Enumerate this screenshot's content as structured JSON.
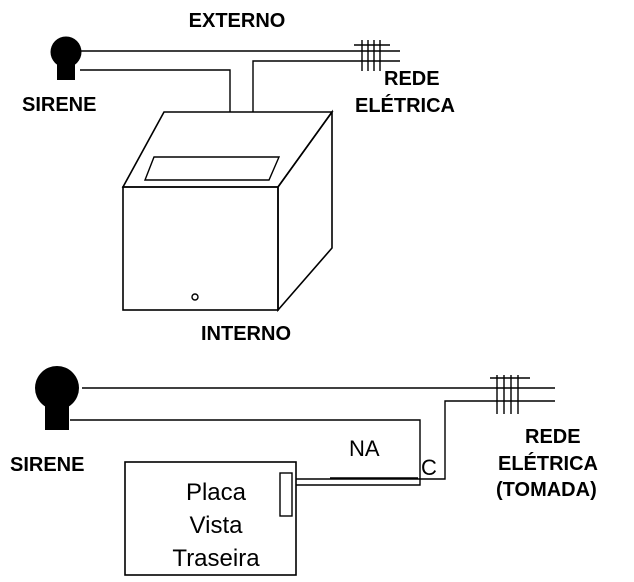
{
  "top": {
    "title": "EXTERNO",
    "siren_label": "SIRENE",
    "mains_label_line1": "REDE",
    "mains_label_line2": "ELÉTRICA",
    "box_label": "INTERNO"
  },
  "bottom": {
    "siren_label": "SIRENE",
    "mains_label_line1": "REDE",
    "mains_label_line2": "ELÉTRICA",
    "mains_label_line3": "(TOMADA)",
    "relay_no_label": "NA",
    "relay_common_label": "C",
    "board_line1": "Placa",
    "board_line2": "Vista",
    "board_line3": "Traseira"
  },
  "colors": {
    "ink": "#000000",
    "background": "#ffffff"
  },
  "icons": [
    "siren-icon",
    "mains-plug-icon"
  ]
}
